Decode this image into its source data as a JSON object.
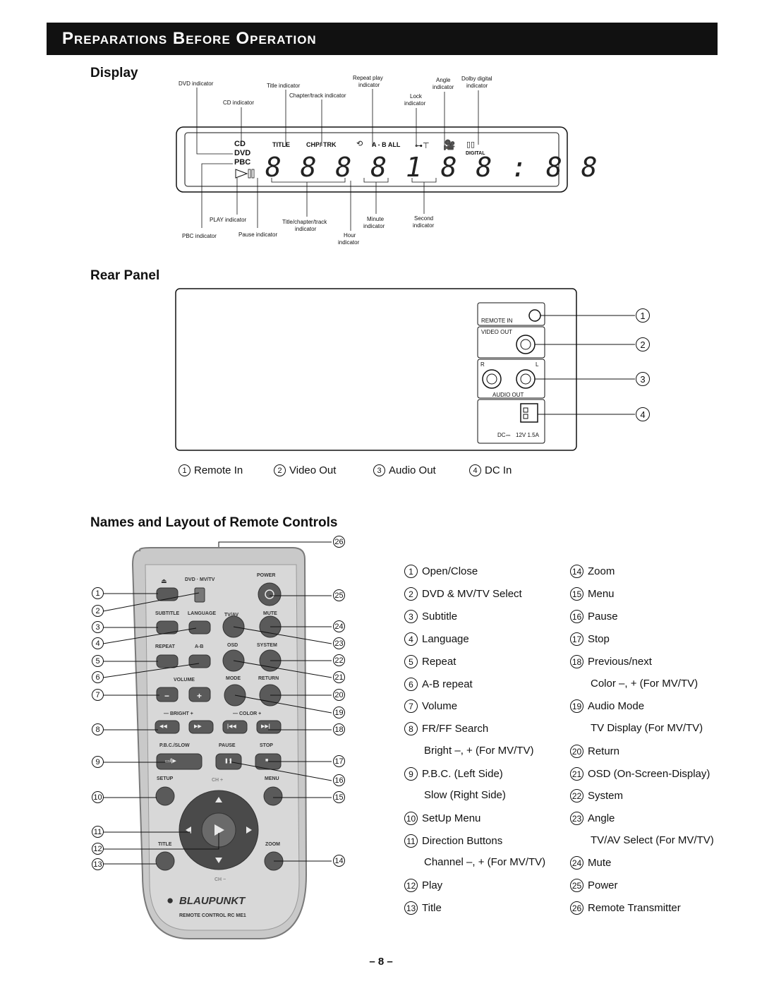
{
  "banner_title": "Preparations Before Operation",
  "sections": {
    "display": "Display",
    "rear_panel": "Rear Panel",
    "remote": "Names and Layout of Remote Controls"
  },
  "display_labels": {
    "dvd_indicator": "DVD indicator",
    "title_indicator": "Title indicator",
    "repeat_play_1": "Repeat play",
    "repeat_play_2": "indicator",
    "angle_1": "Angle",
    "angle_2": "indicator",
    "dolby_1": "Dolby digital",
    "dolby_2": "indicator",
    "chapter_track": "Chapter/track indicator",
    "lock_1": "Lock",
    "lock_2": "indicator",
    "cd_indicator": "CD indicator",
    "play_indicator": "PLAY indicator",
    "pbc_indicator": "PBC indicator",
    "pause_indicator": "Pause indicator",
    "title_chapter_1": "Title/chapter/track",
    "title_chapter_2": "indicator",
    "minute_1": "Minute",
    "minute_2": "indicator",
    "second_1": "Second",
    "second_2": "indicator",
    "hour_1": "Hour",
    "hour_2": "indicator"
  },
  "lcd": {
    "cd": "CD",
    "dvd": "DVD",
    "pbc": "PBC",
    "title": "TITLE",
    "chp_trk": "CHP/ TRK",
    "ab_all": "A - B  ALL",
    "digital": "DIGITAL",
    "digits": "8 8 8 8 1 8 8 : 8 8"
  },
  "rear": {
    "remote_in": "REMOTE IN",
    "video_out": "VIDEO OUT",
    "r": "R",
    "l": "L",
    "audio_out": "AUDIO OUT",
    "dc_prefix": "DC",
    "dc_rating": "12V 1.5A",
    "legend": [
      {
        "n": "1",
        "label": "Remote In"
      },
      {
        "n": "2",
        "label": "Video Out"
      },
      {
        "n": "3",
        "label": "Audio Out"
      },
      {
        "n": "4",
        "label": "DC In"
      }
    ]
  },
  "remote_body": {
    "dvd_mvtv": "DVD · MV/TV",
    "power": "POWER",
    "subtitle": "SUBTITLE",
    "language": "LANGUAGE",
    "tvav": "TV/AV",
    "mute": "MUTE",
    "repeat": "REPEAT",
    "ab": "A-B",
    "osd": "OSD",
    "system": "SYSTEM",
    "volume": "VOLUME",
    "mode": "MODE",
    "return": "RETURN",
    "bright": "— BRIGHT +",
    "color": "— COLOR +",
    "pbc_slow": "P.B.C./SLOW",
    "pause": "PAUSE",
    "stop": "STOP",
    "setup": "SETUP",
    "chplus": "CH +",
    "menu": "MENU",
    "title": "TITLE",
    "zoom": "ZOOM",
    "chminus": "CH −",
    "brand": "BLAUPUNKT",
    "model": "REMOTE CONTROL  RC ME1"
  },
  "remote_list_col1": [
    {
      "n": "1",
      "label": "Open/Close"
    },
    {
      "n": "2",
      "label": "DVD & MV/TV Select"
    },
    {
      "n": "3",
      "label": "Subtitle"
    },
    {
      "n": "4",
      "label": "Language"
    },
    {
      "n": "5",
      "label": "Repeat"
    },
    {
      "n": "6",
      "label": "A-B repeat"
    },
    {
      "n": "7",
      "label": "Volume"
    },
    {
      "n": "8",
      "label": "FR/FF Search"
    },
    {
      "n": "",
      "label": "Bright –, + (For MV/TV)"
    },
    {
      "n": "9",
      "label": "P.B.C. (Left Side)"
    },
    {
      "n": "",
      "label": "Slow (Right Side)"
    },
    {
      "n": "10",
      "label": "SetUp Menu"
    },
    {
      "n": "11",
      "label": "Direction Buttons"
    },
    {
      "n": "",
      "label": "Channel –, + (For MV/TV)"
    },
    {
      "n": "12",
      "label": "Play"
    },
    {
      "n": "13",
      "label": "Title"
    }
  ],
  "remote_list_col2": [
    {
      "n": "14",
      "label": "Zoom"
    },
    {
      "n": "15",
      "label": "Menu"
    },
    {
      "n": "16",
      "label": "Pause"
    },
    {
      "n": "17",
      "label": "Stop"
    },
    {
      "n": "18",
      "label": "Previous/next"
    },
    {
      "n": "",
      "label": "Color –, + (For MV/TV)"
    },
    {
      "n": "19",
      "label": "Audio Mode"
    },
    {
      "n": "",
      "label": "TV Display (For MV/TV)"
    },
    {
      "n": "20",
      "label": "Return"
    },
    {
      "n": "21",
      "label": "OSD (On-Screen-Display)"
    },
    {
      "n": "22",
      "label": "System"
    },
    {
      "n": "23",
      "label": "Angle"
    },
    {
      "n": "",
      "label": "TV/AV Select (For MV/TV)"
    },
    {
      "n": "24",
      "label": "Mute"
    },
    {
      "n": "25",
      "label": "Power"
    },
    {
      "n": "26",
      "label": "Remote Transmitter"
    }
  ],
  "callouts_left": [
    "1",
    "2",
    "3",
    "4",
    "5",
    "6",
    "7",
    "8",
    "9",
    "10",
    "11",
    "12",
    "13"
  ],
  "callouts_right": [
    "26",
    "25",
    "24",
    "23",
    "22",
    "21",
    "20",
    "19",
    "18",
    "17",
    "16",
    "15",
    "14"
  ],
  "page_number": "– 8 –"
}
